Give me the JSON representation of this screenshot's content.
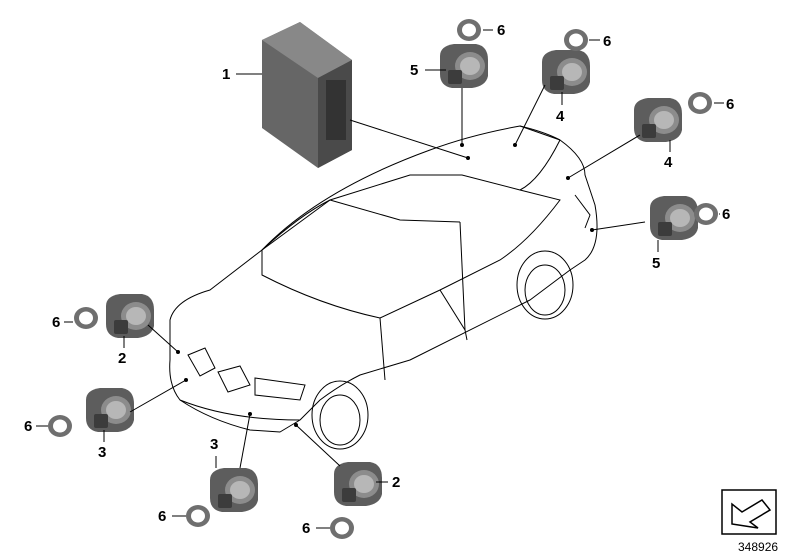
{
  "diagram": {
    "number": "348926",
    "callouts": [
      {
        "id": "ecu",
        "label": "1"
      },
      {
        "id": "front-left-outer",
        "label": "2"
      },
      {
        "id": "front-right-outer",
        "label": "2"
      },
      {
        "id": "front-left-inner",
        "label": "3"
      },
      {
        "id": "front-center",
        "label": "3"
      },
      {
        "id": "rear-center-top",
        "label": "4"
      },
      {
        "id": "rear-right-upper",
        "label": "4"
      },
      {
        "id": "rear-top-left",
        "label": "5"
      },
      {
        "id": "rear-right-lower",
        "label": "5"
      },
      {
        "id": "ring-1",
        "label": "6"
      },
      {
        "id": "ring-2",
        "label": "6"
      },
      {
        "id": "ring-3",
        "label": "6"
      },
      {
        "id": "ring-4",
        "label": "6"
      },
      {
        "id": "ring-5",
        "label": "6"
      },
      {
        "id": "ring-6",
        "label": "6"
      },
      {
        "id": "ring-7",
        "label": "6"
      },
      {
        "id": "ring-8",
        "label": "6"
      }
    ]
  },
  "colors": {
    "line": "#000000",
    "part_gray": "#5d5d5d",
    "part_light": "#8c8c8c",
    "background": "#ffffff"
  },
  "icons": {
    "ecu": "control-unit-icon",
    "sensor": "park-sensor-icon",
    "ring": "seal-ring-icon",
    "arrow": "arrow-stamp-icon"
  }
}
